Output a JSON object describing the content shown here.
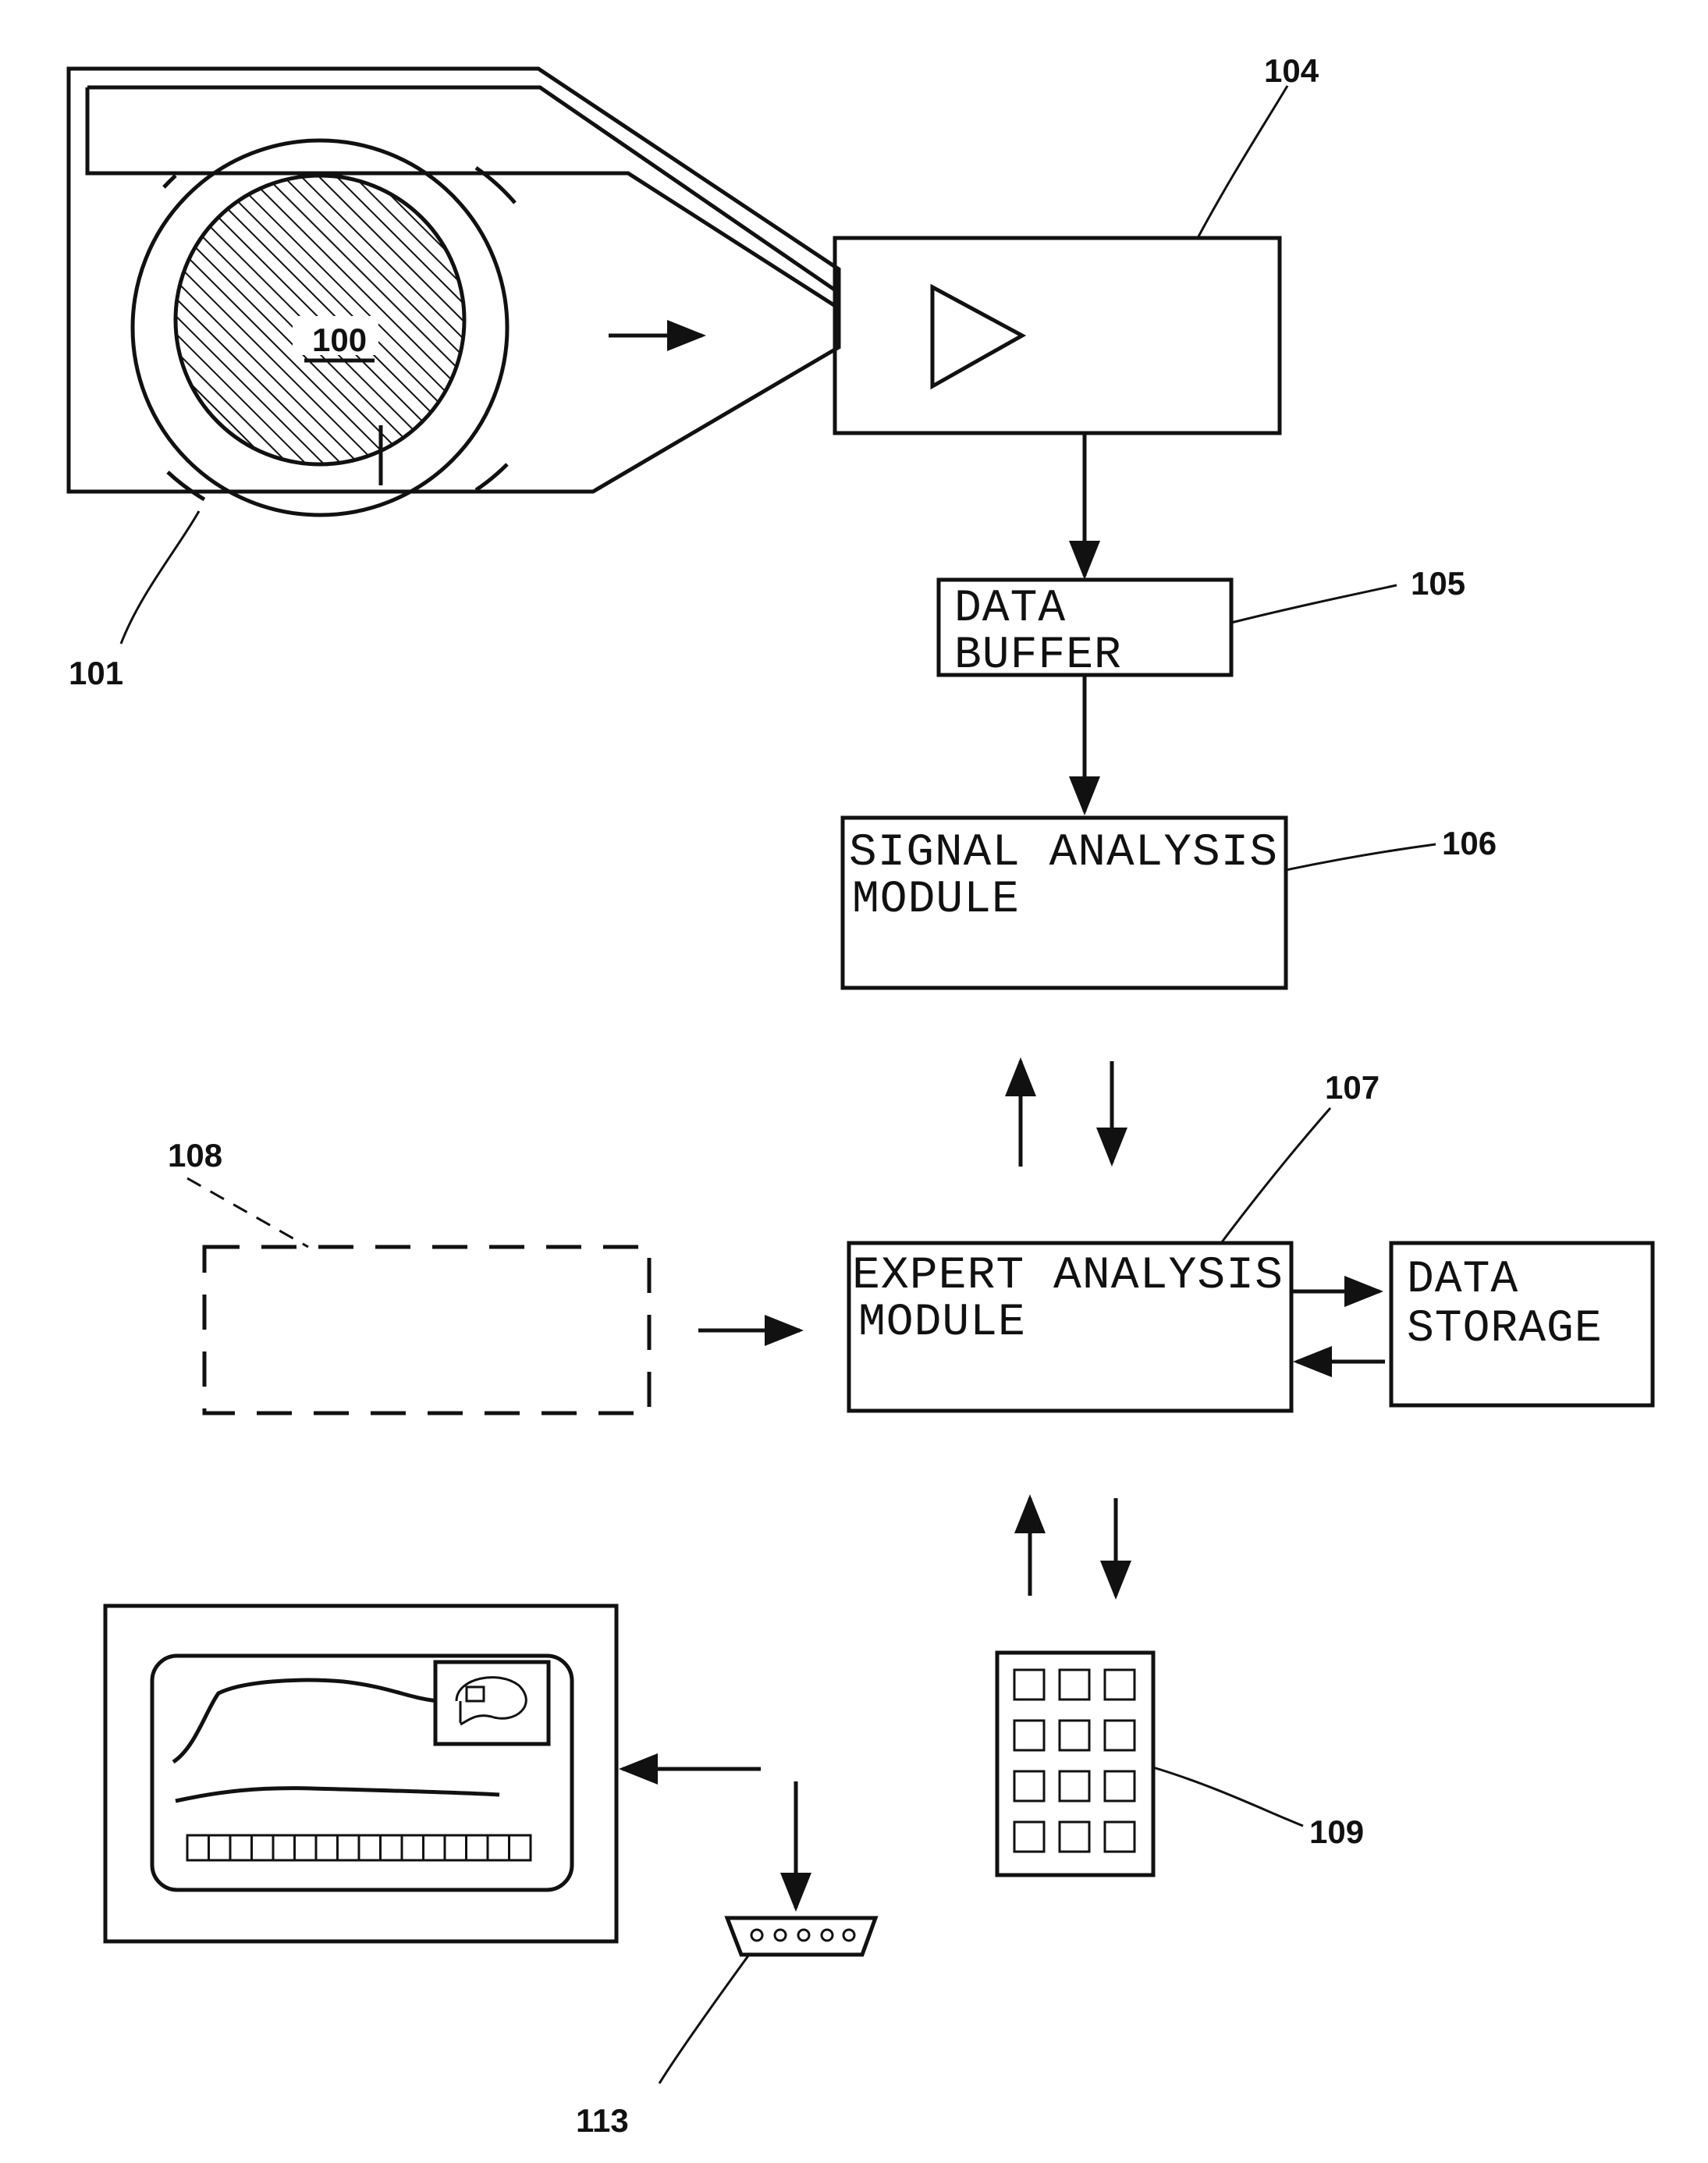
{
  "figure": {
    "refs": {
      "r100": "100",
      "r101": "101",
      "r104": "104",
      "r105": "105",
      "r106": "106",
      "r107": "107",
      "r108": "108",
      "r109": "109",
      "r113": "113"
    },
    "data_buffer": {
      "line1": "DATA",
      "line2": "BUFFER"
    },
    "signal_analysis": {
      "line1": "SIGNAL ANALYSIS",
      "line2": "MODULE"
    },
    "expert_analysis": {
      "line1": "EXPERT ANALYSIS",
      "line2": "MODULE"
    },
    "data_storage": {
      "line1": "DATA",
      "line2": "STORAGE"
    }
  }
}
